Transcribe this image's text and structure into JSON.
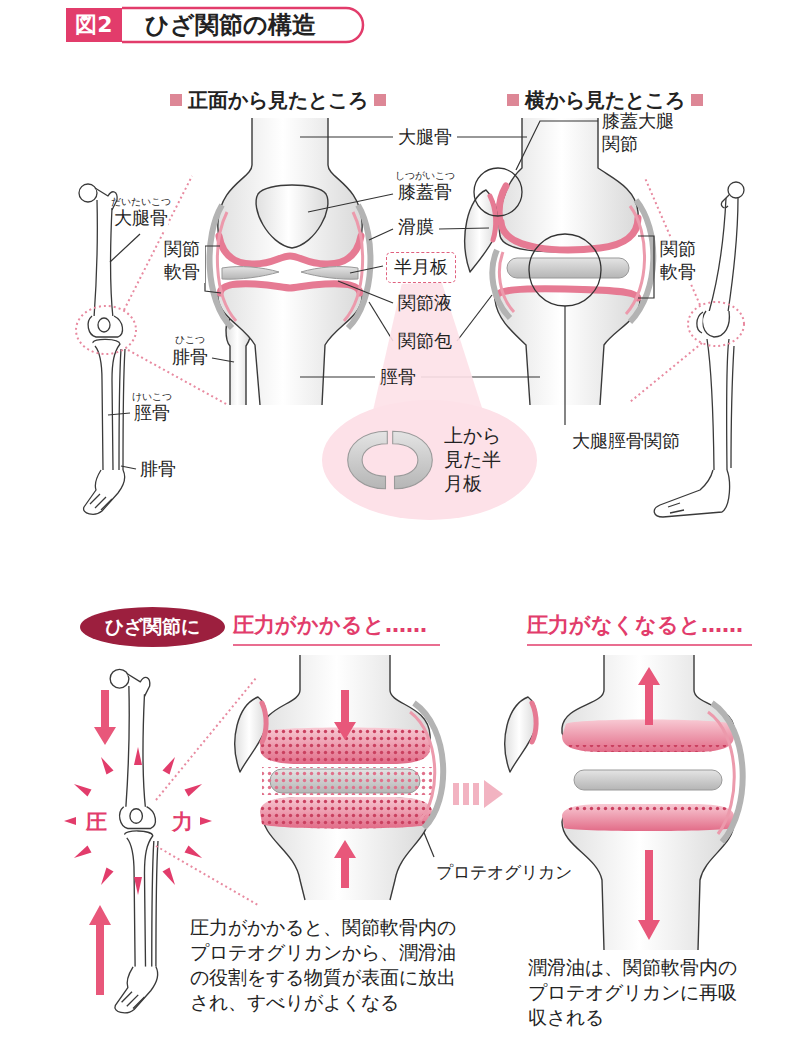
{
  "diagram": {
    "title": "ひざ関節の構造",
    "nodes": [
      {
        "text": [
          "半月板"
        ]
      },
      {
        "text": [
          "上から見た半月板"
        ]
      },
      {
        "text": [
          "ひざ関節に"
        ]
      }
    ],
    "edges": [
      {
        "from": 0,
        "to": 1,
        "arrow": "none"
      }
    ],
    "labels": [
      "図2",
      "正面から見たところ",
      "横から見たところ",
      "だいたいこつ",
      "大腿骨",
      "関節軟骨",
      "ひこつ",
      "腓骨",
      "けいこつ",
      "脛骨",
      "腓骨",
      "大腿骨",
      "しつがいこつ",
      "膝蓋骨",
      "滑膜",
      "関節液",
      "関節包",
      "脛骨",
      "膝蓋大腿関節",
      "関節軟骨",
      "大腿脛骨関節",
      "圧力がかかると……",
      "圧力がなくなると……",
      "圧",
      "力",
      "プロテオグリカン",
      "圧力がかかると、関節軟骨内のプロテオグリカンから、潤滑油の役割をする物質が表面に放出され、すべりがよくなる",
      "潤滑油は、関節軟骨内のプロテオグリカンに再吸収される"
    ]
  }
}
